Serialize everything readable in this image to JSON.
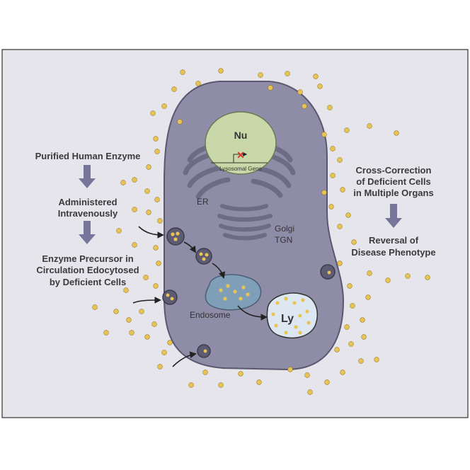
{
  "left_steps": {
    "step1": "Purified Human Enzyme",
    "step2_line1": "Administered",
    "step2_line2": "Intravenously",
    "step3_line1": "Enzyme Precursor in",
    "step3_line2": "Circulation Edocytosed",
    "step3_line2_note": "spelled as shown",
    "step3_line3": "by Deficient Cells"
  },
  "right_steps": {
    "step1_line1": "Cross-Correction",
    "step1_line2": "of Deficient Cells",
    "step1_line3": "in Multiple Organs",
    "step2_line1": "Reversal of",
    "step2_line2": "Disease Phenotype"
  },
  "cell_labels": {
    "nucleus": "Nu",
    "gene": "Lysosomal Gene",
    "er": "ER",
    "golgi": "Golgi",
    "tgn": "TGN",
    "endosome": "Endosome",
    "lysosome": "Ly"
  },
  "colors": {
    "panel_bg": "#e6e5eb",
    "cell_fill": "#8e8ca6",
    "nucleus_fill": "#c9d8a8",
    "organelle": "#6d6b85",
    "endosome_fill": "#7f9fb8",
    "lysosome_fill": "#dde7f1",
    "enzyme": "#e8c455",
    "arrow": "#77759a",
    "gene_x": "#d43b2b"
  }
}
